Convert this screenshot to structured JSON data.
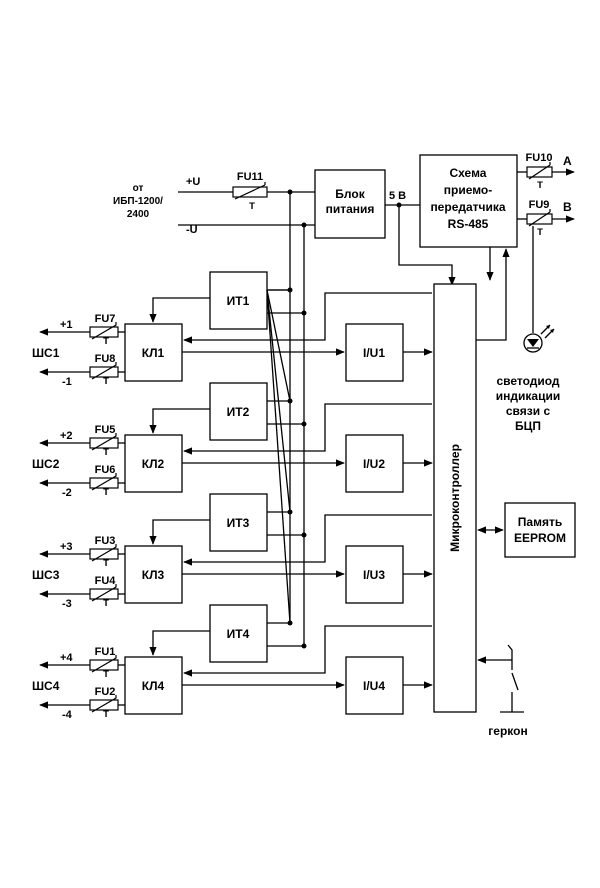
{
  "source": {
    "from_line1": "от",
    "from_line2": "ИБП-1200/",
    "from_line3": "2400",
    "plus_u": "+U",
    "minus_u": "-U"
  },
  "power_block": {
    "line1": "Блок",
    "line2": "питания"
  },
  "voltage_5v": "5 В",
  "transceiver": {
    "line1": "Схема",
    "line2": "приемо-",
    "line3": "передатчика",
    "line4": "RS-485"
  },
  "fuses": {
    "fu11": "FU11",
    "fu10": "FU10",
    "fu9": "FU9",
    "fu7": "FU7",
    "fu8": "FU8",
    "fu5": "FU5",
    "fu6": "FU6",
    "fu3": "FU3",
    "fu4": "FU4",
    "fu1": "FU1",
    "fu2": "FU2",
    "t": "T"
  },
  "line_a": "A",
  "line_b": "B",
  "led_label": {
    "line1": "светодиод",
    "line2": "индикации",
    "line3": "связи с",
    "line4": "БЦП"
  },
  "microcontroller": "Микроконтроллер",
  "eeprom": {
    "line1": "Память",
    "line2": "EEPROM"
  },
  "reed_switch": "геркон",
  "channels": [
    {
      "it": "ИТ1",
      "kl": "КЛ1",
      "iu": "I/U1",
      "shs": "ШС1",
      "plus": "+1",
      "minus": "-1"
    },
    {
      "it": "ИТ2",
      "kl": "КЛ2",
      "iu": "I/U2",
      "shs": "ШС2",
      "plus": "+2",
      "minus": "-2"
    },
    {
      "it": "ИТ3",
      "kl": "КЛ3",
      "iu": "I/U3",
      "shs": "ШС3",
      "plus": "+3",
      "minus": "-3"
    },
    {
      "it": "ИТ4",
      "kl": "КЛ4",
      "iu": "I/U4",
      "shs": "ШС4",
      "plus": "+4",
      "minus": "-4"
    }
  ]
}
